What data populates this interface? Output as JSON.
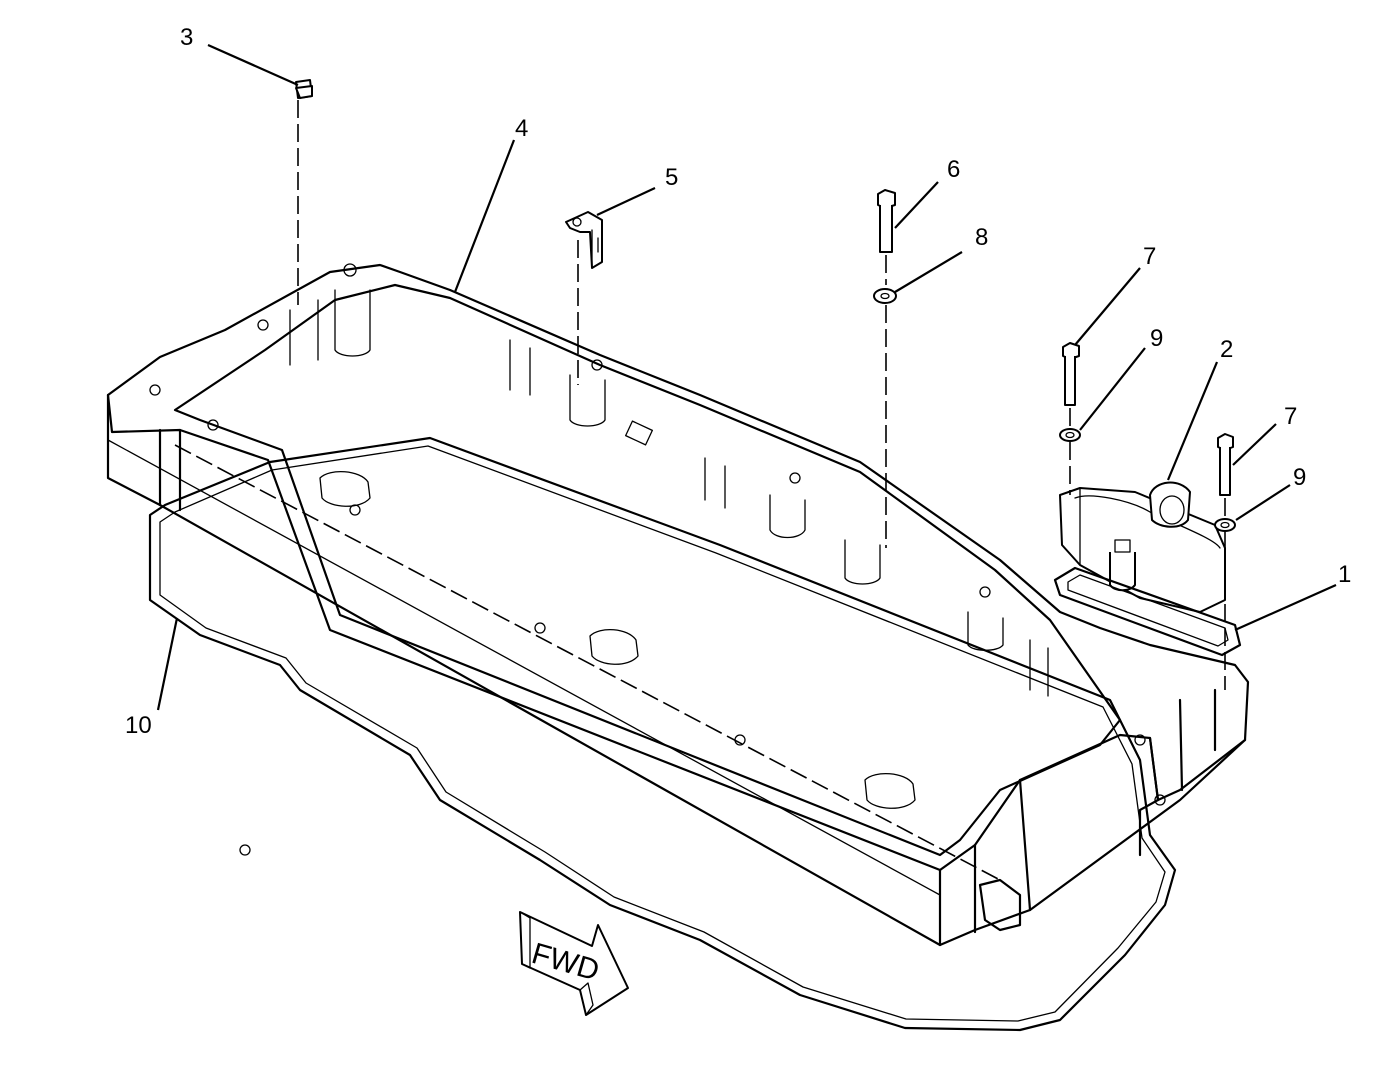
{
  "callouts": [
    {
      "id": "c1",
      "label": "1"
    },
    {
      "id": "c2",
      "label": "2"
    },
    {
      "id": "c3",
      "label": "3"
    },
    {
      "id": "c4",
      "label": "4"
    },
    {
      "id": "c5",
      "label": "5"
    },
    {
      "id": "c6",
      "label": "6"
    },
    {
      "id": "c7a",
      "label": "7"
    },
    {
      "id": "c7b",
      "label": "7"
    },
    {
      "id": "c8",
      "label": "8"
    },
    {
      "id": "c9a",
      "label": "9"
    },
    {
      "id": "c9b",
      "label": "9"
    },
    {
      "id": "c10",
      "label": "10"
    }
  ],
  "direction_arrow": {
    "label": "FWD"
  }
}
